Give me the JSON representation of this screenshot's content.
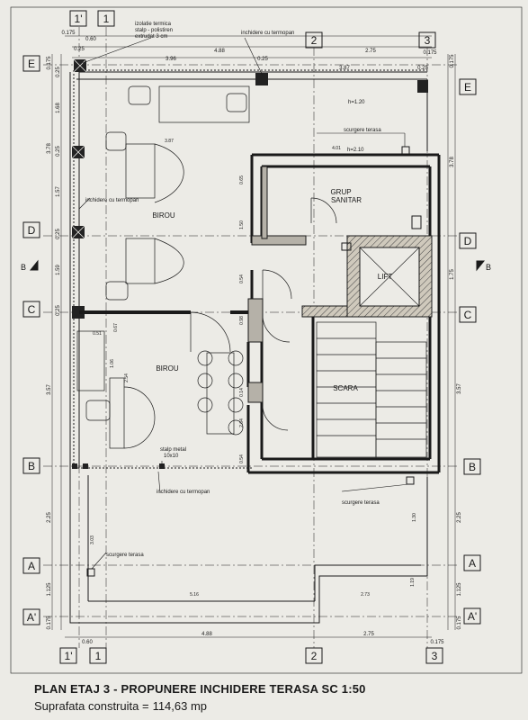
{
  "axes": {
    "vertical": [
      "1'",
      "1",
      "2",
      "3"
    ],
    "horizontal": [
      "E",
      "D",
      "C",
      "B",
      "A",
      "A'"
    ]
  },
  "dimensions": {
    "top_overall": [
      "0.175",
      "0.60",
      "4.88",
      "2.75",
      "0.175"
    ],
    "top_detail": [
      "0.25",
      "3.96",
      "0.25",
      "3.87",
      "0.25"
    ],
    "bottom": [
      "0.60",
      "4.88",
      "2.75",
      "0.175"
    ],
    "left": [
      "0.175",
      "0.25",
      "1.68",
      "3.78",
      "0.25",
      "1.57",
      "0.25",
      "1.59",
      "0.25",
      "3.57",
      "2.25",
      "1.125",
      "0.175"
    ],
    "right": [
      "0.175",
      "3.78",
      "1.75",
      "3.57",
      "2.25",
      "1.125",
      "0.175"
    ],
    "interior": [
      "3.87",
      "4.01",
      "5.16",
      "2.73",
      "1.30",
      "1.19",
      "3.03",
      "0.51",
      "1.06",
      "0.67",
      "0.54",
      "0.98",
      "1.50",
      "0.65",
      "0.14",
      "2.54",
      "2.64",
      "0.54"
    ]
  },
  "annotations": {
    "izolatie": [
      "izolatie termica",
      "stalp - polistiren",
      "extrudat 3 cm"
    ],
    "inchidere_top": "inchidere cu termopan",
    "inchidere_left": "inchidere cu termopan",
    "inchidere_bottom": "inchidere cu termopan",
    "stalp": [
      "stalp metal",
      "10x10"
    ],
    "h1": "h=1.20",
    "h2": "h=2.10",
    "scurgere_1": "scurgere terasa",
    "scurgere_2": "scurgere terasa",
    "scurgere_3": "scurgere terasa",
    "section_mark": "B"
  },
  "rooms": {
    "birou_1": "BIROU",
    "birou_2": "BIROU",
    "grup_sanitar": [
      "GRUP",
      "SANITAR"
    ],
    "lift": "LIFT",
    "scara": "SCARA"
  },
  "title": {
    "line1": "PLAN ETAJ 3 - PROPUNERE INCHIDERE TERASA  SC 1:50",
    "line2_label": "Suprafata construita =",
    "line2_value": "114,63 mp"
  },
  "colors": {
    "line": "#1a1a1a",
    "wall_fill": "#b5b1a8",
    "hatch": "#444444",
    "paper": "#ecebe6"
  }
}
